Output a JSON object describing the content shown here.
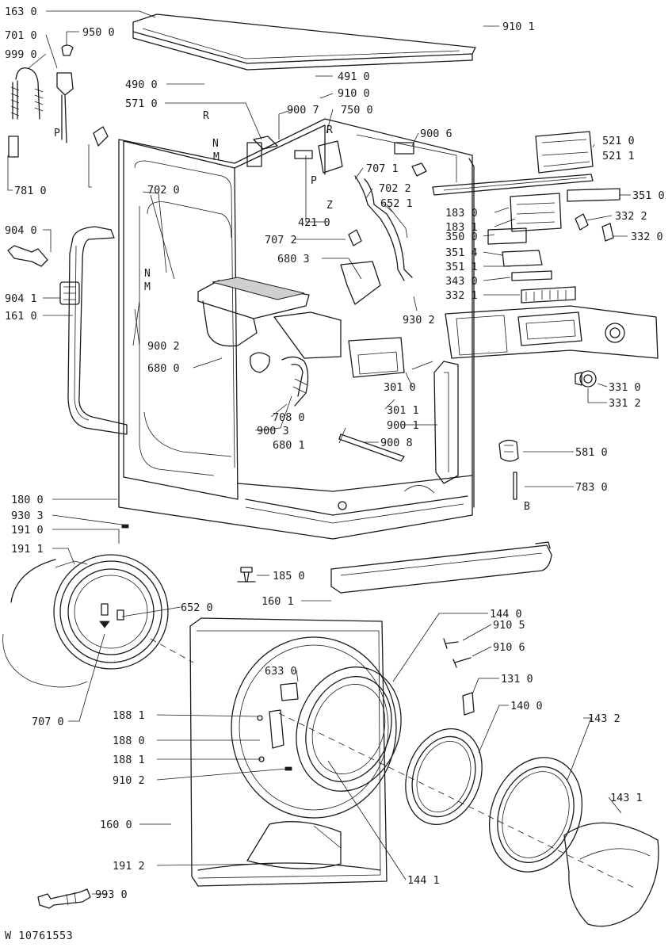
{
  "document_code": "W 10761553",
  "part_labels": [
    {
      "code": "163 0"
    },
    {
      "code": "701 0"
    },
    {
      "code": "950 0"
    },
    {
      "code": "999 0"
    },
    {
      "code": "910 1"
    },
    {
      "code": "490 0"
    },
    {
      "code": "491 0"
    },
    {
      "code": "910 0"
    },
    {
      "code": "571 0"
    },
    {
      "code": "900 7"
    },
    {
      "code": "750 0"
    },
    {
      "code": "900 6"
    },
    {
      "code": "521 0"
    },
    {
      "code": "521 1"
    },
    {
      "code": "707 1"
    },
    {
      "code": "702 2"
    },
    {
      "code": "652 1"
    },
    {
      "code": "702 0"
    },
    {
      "code": "421 0"
    },
    {
      "code": "781 0"
    },
    {
      "code": "183 0"
    },
    {
      "code": "351 0"
    },
    {
      "code": "183 1"
    },
    {
      "code": "332 2"
    },
    {
      "code": "904 0"
    },
    {
      "code": "707 2"
    },
    {
      "code": "350 0"
    },
    {
      "code": "332 0"
    },
    {
      "code": "351 4"
    },
    {
      "code": "680 3"
    },
    {
      "code": "351 1"
    },
    {
      "code": "343 0"
    },
    {
      "code": "904 1"
    },
    {
      "code": "332 1"
    },
    {
      "code": "161 0"
    },
    {
      "code": "930 2"
    },
    {
      "code": "900 2"
    },
    {
      "code": "680 0"
    },
    {
      "code": "301 0"
    },
    {
      "code": "331 0"
    },
    {
      "code": "331 2"
    },
    {
      "code": "708 0"
    },
    {
      "code": "301 1"
    },
    {
      "code": "900 3"
    },
    {
      "code": "900 1"
    },
    {
      "code": "680 1"
    },
    {
      "code": "900 8"
    },
    {
      "code": "581 0"
    },
    {
      "code": "783 0"
    },
    {
      "code": "180 0"
    },
    {
      "code": "930 3"
    },
    {
      "code": "191 0"
    },
    {
      "code": "191 1"
    },
    {
      "code": "185 0"
    },
    {
      "code": "160 1"
    },
    {
      "code": "652 0"
    },
    {
      "code": "144 0"
    },
    {
      "code": "910 5"
    },
    {
      "code": "910 6"
    },
    {
      "code": "633 0"
    },
    {
      "code": "131 0"
    },
    {
      "code": "707 0"
    },
    {
      "code": "188 1"
    },
    {
      "code": "140 0"
    },
    {
      "code": "143 2"
    },
    {
      "code": "188 0"
    },
    {
      "code": "188 1"
    },
    {
      "code": "910 2"
    },
    {
      "code": "143 1"
    },
    {
      "code": "160 0"
    },
    {
      "code": "191 2"
    },
    {
      "code": "144 1"
    },
    {
      "code": "993 0"
    }
  ],
  "callout_letters": [
    {
      "text": "R"
    },
    {
      "text": "N"
    },
    {
      "text": "M"
    },
    {
      "text": "P"
    },
    {
      "text": "Z"
    },
    {
      "text": "R"
    },
    {
      "text": "P"
    },
    {
      "text": "N"
    },
    {
      "text": "M"
    },
    {
      "text": "B"
    }
  ]
}
